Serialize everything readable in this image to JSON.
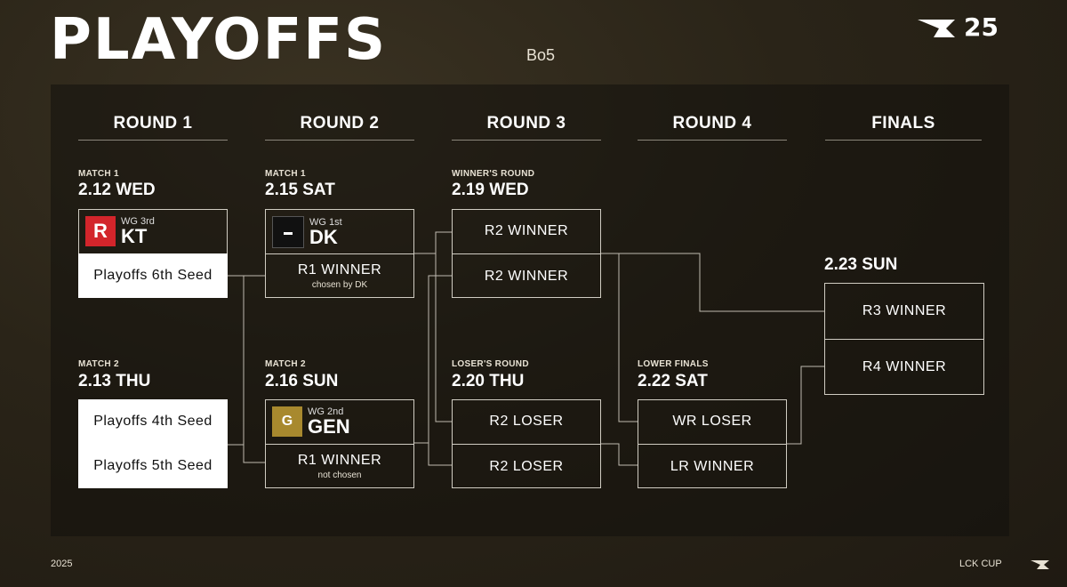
{
  "header": {
    "title": "PLAYOFFS",
    "subtitle": "Bo5",
    "logo_number": "25"
  },
  "rounds": [
    "ROUND 1",
    "ROUND 2",
    "ROUND 3",
    "ROUND 4",
    "FINALS"
  ],
  "round1": {
    "match1": {
      "label": "MATCH 1",
      "date": "2.12 WED",
      "team": {
        "seed": "WG 3rd",
        "name": "KT"
      },
      "opponent": "Playoffs 6th Seed"
    },
    "match2": {
      "label": "MATCH 2",
      "date": "2.13 THU",
      "slot1": "Playoffs 4th Seed",
      "slot2": "Playoffs 5th Seed"
    }
  },
  "round2": {
    "match1": {
      "label": "MATCH 1",
      "date": "2.15 SAT",
      "team": {
        "seed": "WG 1st",
        "name": "DK"
      },
      "opponent": "R1 WINNER",
      "opponent_note": "chosen by DK"
    },
    "match2": {
      "label": "MATCH 2",
      "date": "2.16 SUN",
      "team": {
        "seed": "WG 2nd",
        "name": "GEN"
      },
      "opponent": "R1 WINNER",
      "opponent_note": "not chosen"
    }
  },
  "round3": {
    "winners": {
      "label": "WINNER'S ROUND",
      "date": "2.19 WED",
      "slot1": "R2 WINNER",
      "slot2": "R2 WINNER"
    },
    "losers": {
      "label": "LOSER'S ROUND",
      "date": "2.20 THU",
      "slot1": "R2 LOSER",
      "slot2": "R2 LOSER"
    }
  },
  "round4": {
    "label": "LOWER FINALS",
    "date": "2.22 SAT",
    "slot1": "WR LOSER",
    "slot2": "LR WINNER"
  },
  "finals": {
    "date": "2.23 SUN",
    "slot1": "R3 WINNER",
    "slot2": "R4 WINNER"
  },
  "footer": {
    "year": "2025",
    "brand": "LCK CUP"
  },
  "colors": {
    "kt": "#d3252b",
    "gen": "#a8892e",
    "dk": "#111111"
  }
}
